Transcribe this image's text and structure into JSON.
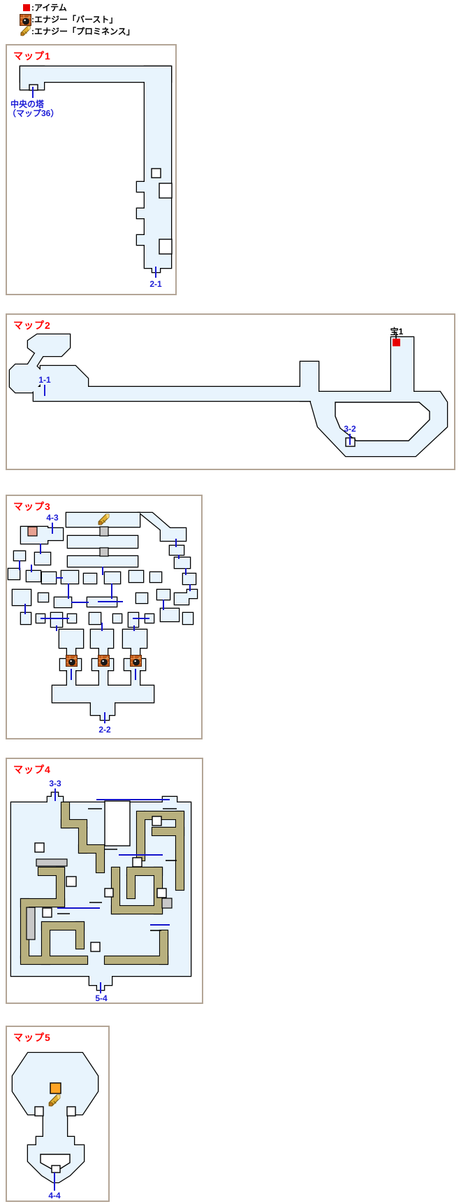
{
  "legend": {
    "items": [
      {
        "icon": "item-marker-icon",
        "label": ":アイテム"
      },
      {
        "icon": "energy-burst-icon",
        "label": ":エナジー「バースト」"
      },
      {
        "icon": "energy-prominence-icon",
        "label": ":エナジー「プロミネンス」"
      }
    ]
  },
  "maps": [
    {
      "title": "マップ1",
      "labels": {
        "link_name": "中央の塔",
        "link_ref": "（マップ36）",
        "exit_bottom": "2-1"
      }
    },
    {
      "title": "マップ2",
      "labels": {
        "exit_left": "1-1",
        "exit_bottom": "3-2",
        "treasure": "宝1"
      }
    },
    {
      "title": "マップ3",
      "labels": {
        "exit_top": "4-3",
        "exit_bottom": "2-2"
      }
    },
    {
      "title": "マップ4",
      "labels": {
        "exit_top": "3-3",
        "exit_bottom": "5-4"
      }
    },
    {
      "title": "マップ5",
      "labels": {
        "exit_bottom": "4-4"
      }
    }
  ],
  "colors": {
    "map_fill": "#e8f4fd",
    "outline": "#000000",
    "box_border": "#b3a596",
    "title_red": "#ff0000",
    "label_blue": "#1b1bd6",
    "wall_olive": "#b8b07e",
    "door_gray": "#c8c8c8",
    "item_red": "#e80000",
    "chest_orange": "#ffa424",
    "marker_salmon": "#e8a292"
  }
}
